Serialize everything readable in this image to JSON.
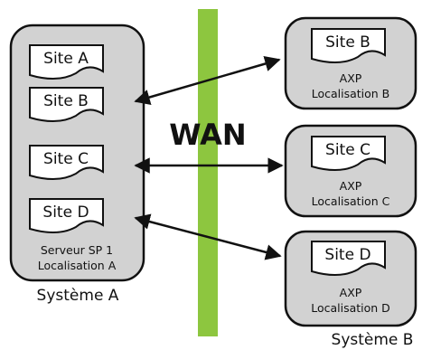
{
  "colors": {
    "server_fill": "#d2d2d2",
    "stroke": "#111111",
    "doc_fill": "#ffffff",
    "wan_bar": "#8dc63f"
  },
  "wan": {
    "label": "WAN"
  },
  "system_a": {
    "label": "Système A",
    "server_line1": "Serveur SP 1",
    "server_line2": "Localisation A",
    "sites": [
      "Site A",
      "Site B",
      "Site C",
      "Site D"
    ]
  },
  "remote_servers": [
    {
      "site": "Site B",
      "line1": "AXP",
      "line2": "Localisation B"
    },
    {
      "site": "Site C",
      "line1": "AXP",
      "line2": "Localisation C"
    },
    {
      "site": "Site D",
      "line1": "AXP",
      "line2": "Localisation D"
    }
  ],
  "system_b": {
    "label": "Système B"
  }
}
